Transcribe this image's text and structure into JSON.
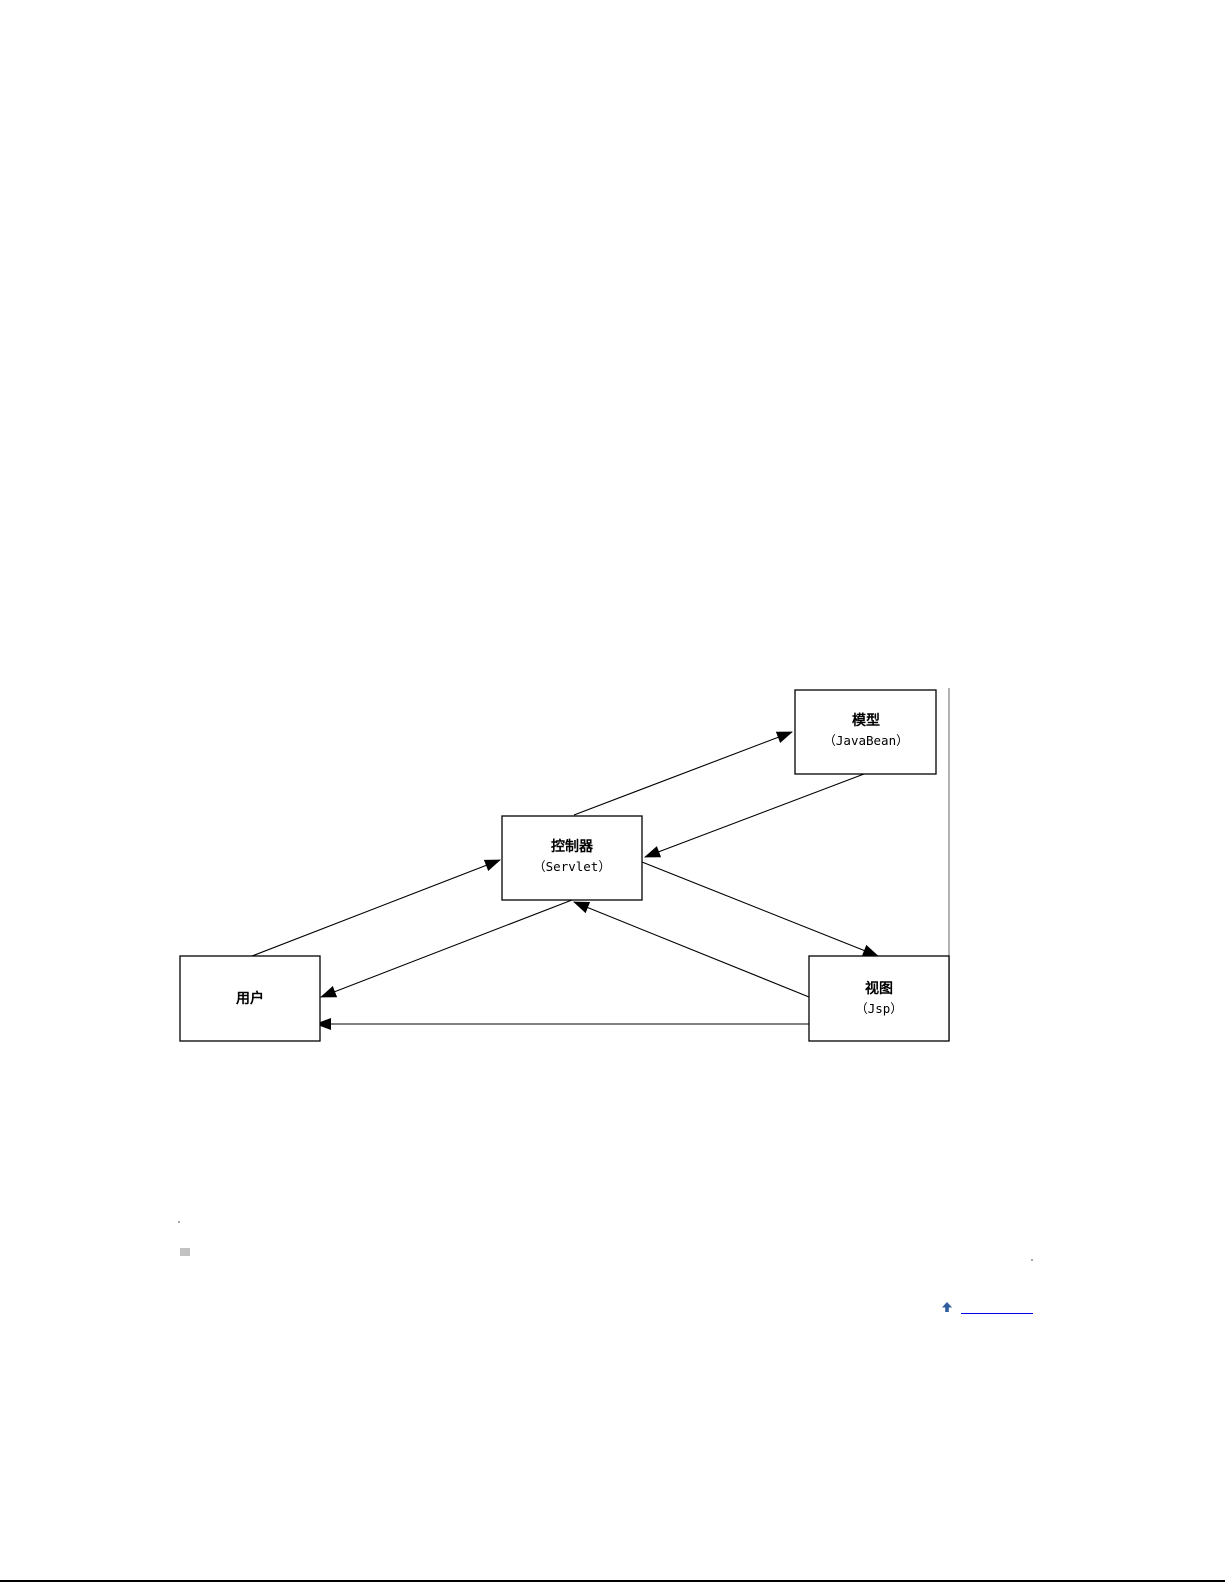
{
  "diagram": {
    "nodes": {
      "model": {
        "title": "模型",
        "subtitle": "（JavaBean）"
      },
      "controller": {
        "title": "控制器",
        "subtitle": "（Servlet）"
      },
      "user": {
        "title": "用户",
        "subtitle": ""
      },
      "view": {
        "title": "视图",
        "subtitle": "（Jsp）"
      }
    },
    "edges": [
      {
        "from": "controller",
        "to": "model"
      },
      {
        "from": "model",
        "to": "controller"
      },
      {
        "from": "user",
        "to": "controller"
      },
      {
        "from": "controller",
        "to": "user"
      },
      {
        "from": "controller",
        "to": "view"
      },
      {
        "from": "view",
        "to": "controller"
      },
      {
        "from": "view",
        "to": "user"
      }
    ]
  },
  "footer": {
    "back_to_top_label": "",
    "back_to_top_icon": "arrow-up-icon",
    "link_color": "#0000ee"
  }
}
